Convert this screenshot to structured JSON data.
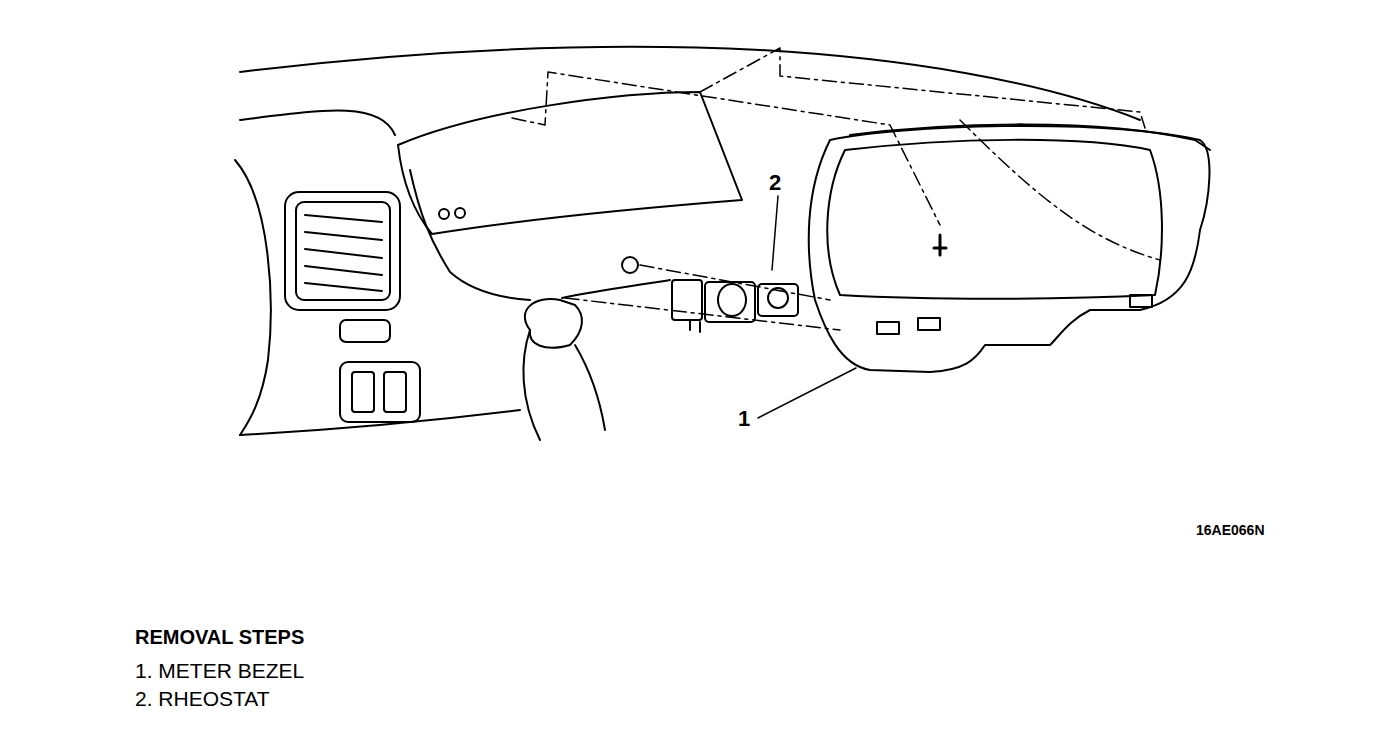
{
  "diagram": {
    "title": "REMOVAL STEPS",
    "labels": [
      "2",
      "1",
      "16AE066N",
      "1. METER BEZEL",
      "2. RHEOSTAT"
    ]
  }
}
